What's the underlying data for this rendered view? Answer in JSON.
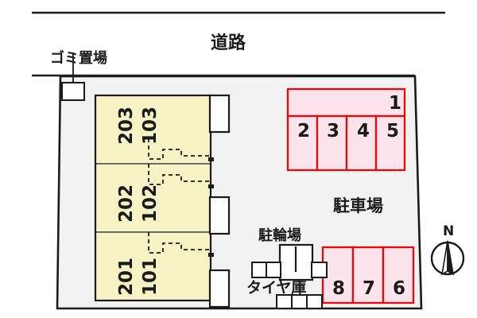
{
  "plan": {
    "title_road": "道路",
    "colors": {
      "site_fill": "#f2f2f2",
      "building_fill": "#f7f3c4",
      "parking_fill": "#fde3ec",
      "parking_stroke": "#ff0000",
      "line": "#1a1a1a",
      "white": "#ffffff"
    }
  },
  "labels": {
    "road": "道路",
    "trash_area": "ゴミ置場",
    "parking_lot": "駐車場",
    "bicycle_parking": "駐輪場",
    "tire_storage": "タイヤ庫",
    "north": "N"
  },
  "building": {
    "units": [
      {
        "upper": "203",
        "lower": "103"
      },
      {
        "upper": "202",
        "lower": "102"
      },
      {
        "upper": "201",
        "lower": "101"
      }
    ]
  },
  "parking": {
    "north_block": {
      "wide_space": "1",
      "spaces": [
        "2",
        "3",
        "4",
        "5"
      ]
    },
    "south_block": {
      "spaces": [
        "8",
        "7",
        "6"
      ]
    }
  }
}
